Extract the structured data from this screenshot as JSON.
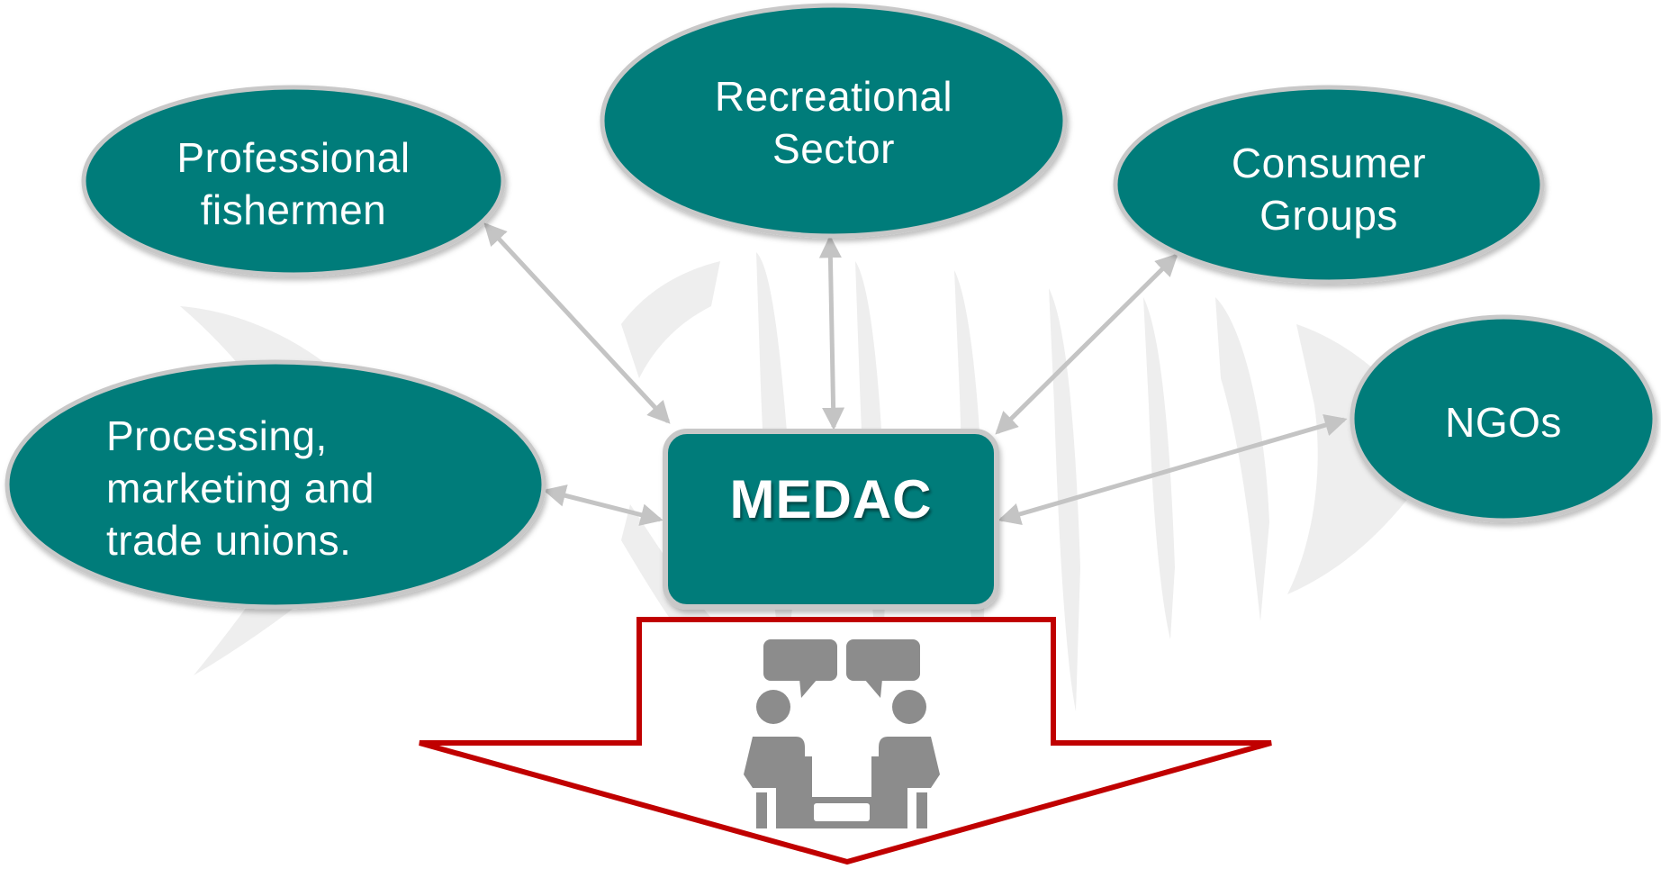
{
  "hub": {
    "label": "MEDAC"
  },
  "stakeholders": {
    "professional": "Professional\nfishermen",
    "recreational": "Recreational\nSector",
    "consumer": "Consumer\nGroups",
    "processing": "Processing,\nmarketing and\ntrade unions.",
    "ngos": "NGOs"
  },
  "icons": {
    "background": "fish-skeleton-icon",
    "meeting": "meeting-icon"
  },
  "colors": {
    "node_fill": "#037C7A",
    "node_border": "#C8C8C8",
    "connector": "#C4C4C4",
    "arrow_outline": "#C00000",
    "icon_gray": "#8C8C8C",
    "watermark": "#EEEEEE"
  }
}
